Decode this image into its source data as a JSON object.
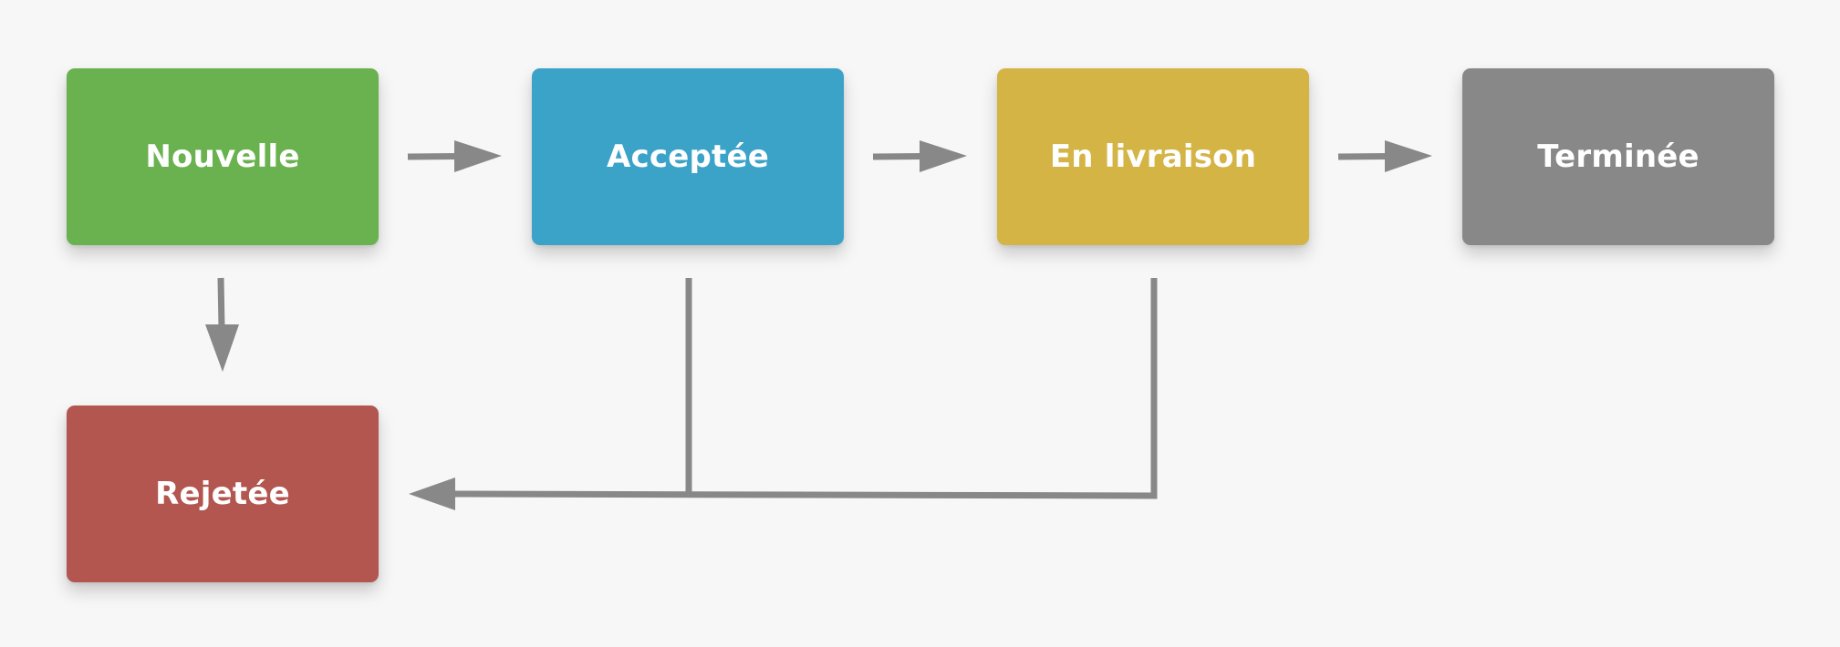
{
  "nodes": {
    "nouvelle": {
      "label": "Nouvelle",
      "color": "#6ab24f"
    },
    "acceptee": {
      "label": "Acceptée",
      "color": "#3ca3c8"
    },
    "livraison": {
      "label": "En livraison",
      "color": "#d4b445"
    },
    "terminee": {
      "label": "Terminée",
      "color": "#888888"
    },
    "rejetee": {
      "label": "Rejetée",
      "color": "#b2564f"
    }
  },
  "edges": [
    {
      "from": "Nouvelle",
      "to": "Acceptée"
    },
    {
      "from": "Acceptée",
      "to": "En livraison"
    },
    {
      "from": "En livraison",
      "to": "Terminée"
    },
    {
      "from": "Nouvelle",
      "to": "Rejetée"
    },
    {
      "from": "Acceptée",
      "to": "Rejetée"
    },
    {
      "from": "En livraison",
      "to": "Rejetée"
    }
  ],
  "edge_color": "#888888"
}
